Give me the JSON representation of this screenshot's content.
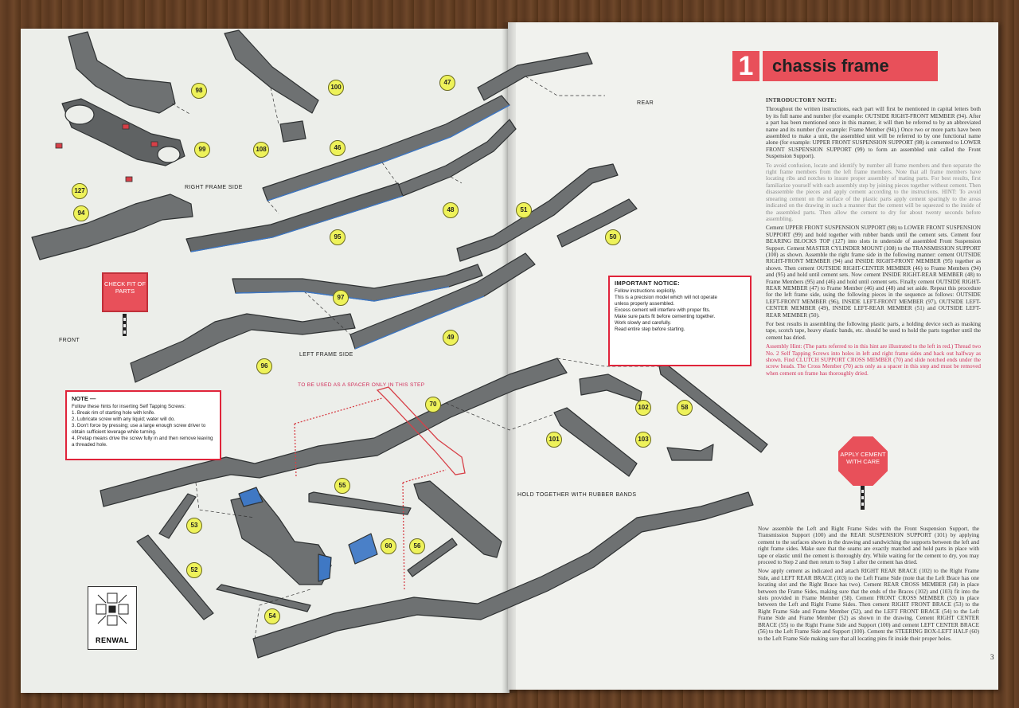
{
  "title": {
    "number": "1",
    "text": "chassis frame"
  },
  "labels": {
    "rear": "REAR",
    "right_frame_side": "RIGHT FRAME SIDE",
    "left_frame_side": "LEFT FRAME SIDE",
    "front": "FRONT",
    "spacer": "TO BE USED AS A SPACER ONLY IN THIS STEP",
    "rubber_bands": "HOLD TOGETHER WITH RUBBER BANDS"
  },
  "part_numbers": [
    "98",
    "99",
    "100",
    "108",
    "127",
    "47",
    "46",
    "48",
    "51",
    "50",
    "94",
    "95",
    "97",
    "49",
    "96",
    "70",
    "102",
    "58",
    "101",
    "103",
    "55",
    "53",
    "52",
    "54",
    "56",
    "60"
  ],
  "check_sign": "CHECK FIT OF PARTS",
  "apply_sign": "APPLY CEMENT WITH CARE",
  "important": {
    "heading": "IMPORTANT NOTICE:",
    "lines": [
      "Follow instructions explicitly.",
      "This is a precision model which will not operate",
      "unless properly assembled.",
      "Excess cement will interfere with proper fits.",
      "Make sure parts fit before cementing together.",
      "Work slowly and carefully.",
      "Read entire step before starting."
    ]
  },
  "note": {
    "heading": "NOTE —",
    "intro": "Follow these hints for inserting Self Tapping Screws:",
    "items": [
      "1. Break rim of starting hole with knife.",
      "2. Lubricate screw with any liquid; water will do.",
      "3. Don't force by pressing; use a large enough screw driver to obtain sufficient leverage while turning.",
      "4. Pretap means drive the screw fully in and then remove leaving a threaded hole."
    ]
  },
  "logo": "RENWAL",
  "page_number": "3",
  "text": {
    "intro_heading": "INTRODUCTORY NOTE:",
    "intro_1": "Throughout the written instructions, each part will first be mentioned in capital letters both by its full name and number (for example: OUTSIDE RIGHT-FRONT MEMBER (94). After a part has been mentioned once in this manner, it will then be referred to by an abbreviated name and its number (for example: Frame Member (94).) Once two or more parts have been assembled to make a unit, the assembled unit will be referred to by one functional name alone (for example: UPPER FRONT SUSPENSION SUPPORT (98) is cemented to LOWER FRONT SUSPENSION SUPPORT (99) to form an assembled unit called the Front Suspension Support).",
    "intro_2": "To avoid confusion, locate and identify by number all frame members and then separate the right frame members from the left frame members. Note that all frame members have locating ribs and notches to insure proper assembly of mating parts. For best results, first familiarize yourself with each assembly step by joining pieces together without cement. Then disassemble the pieces and apply cement according to the instructions. HINT: To avoid smearing cement on the surface of the plastic parts apply cement sparingly to the areas indicated on the drawing in such a manner that the cement will be squeezed to the inside of the assembled parts. Then allow the cement to dry for about twenty seconds before assembling.",
    "step_1": "Cement UPPER FRONT SUSPENSION SUPPORT (98) to LOWER FRONT SUSPENSION SUPPORT (99) and hold together with rubber bands until the cement sets. Cement four BEARING BLOCKS TOP (127) into slots in underside of assembled Front Suspension Support. Cement MASTER CYLINDER MOUNT (108) to the TRANSMISSION SUPPORT (100) as shown. Assemble the right frame side in the following manner: cement OUTSIDE RIGHT-FRONT MEMBER (94) and INSIDE RIGHT-FRONT MEMBER (95) together as shown. Then cement OUTSIDE RIGHT-CENTER MEMBER (46) to Frame Members (94) and (95) and hold until cement sets. Now cement INSIDE RIGHT-REAR MEMBER (48) to Frame Members (95) and (46) and hold until cement sets. Finally cement OUTSIDE RIGHT-REAR MEMBER (47) to Frame Member (46) and (48) and set aside. Repeat this procedure for the left frame side, using the following pieces in the sequence as follows: OUTSIDE LEFT-FRONT MEMBER (96), INSIDE LEFT-FRONT MEMBER (97), OUTSIDE LEFT-CENTER MEMBER (49), INSIDE LEFT-REAR MEMBER (51) and OUTSIDE LEFT-REAR MEMBER (50).",
    "step_2": "For best results in assembling the following plastic parts, a holding device such as masking tape, scotch tape, heavy elastic bands, etc. should be used to hold the parts together until the cement has dried.",
    "hint": "Assembly Hint: (The parts referred to in this hint are illustrated to the left in red.) Thread two No. 2 Self Tapping Screws into holes in left and right frame sides and back out halfway as shown. Find CLUTCH SUPPORT CROSS MEMBER (70) and slide notched ends under the screw heads. The Cross Member (70) acts only as a spacer in this step and must be removed when cement on frame has thoroughly dried.",
    "step_3": "Now assemble the Left and Right Frame Sides with the Front Suspension Support, the Transmission Support (100) and the REAR SUSPENSION SUPPORT (101) by applying cement to the surfaces shown in the drawing and sandwiching the supports between the left and right frame sides. Make sure that the seams are exactly matched and hold parts in place with tape or elastic until the cement is thoroughly dry. While waiting for the cement to dry, you may proceed to Step 2 and then return to Step 1 after the cement has dried.",
    "step_4": "Now apply cement as indicated and attach RIGHT REAR BRACE (102) to the Right Frame Side, and LEFT REAR BRACE (103) to the Left Frame Side (note that the Left Brace has one locating slot and the Right Brace has two). Cement REAR CROSS MEMBER (58) in place between the Frame Sides, making sure that the ends of the Braces (102) and (103) fit into the slots provided in Frame Member (58). Cement FRONT CROSS MEMBER (53) in place between the Left and Right Frame Sides. Then cement RIGHT FRONT BRACE (53) to the Right Frame Side and Frame Member (52), and the LEFT FRONT BRACE (54) to the Left Frame Side and Frame Member (52) as shown in the drawing. Cement RIGHT CENTER BRACE (55) to the Right Frame Side and Support (100) and cement LEFT CENTER BRACE (56) to the Left Frame Side and Support (100). Cement the STEERING BOX-LEFT HALF (60) to the Left Frame Side making sure that all locating pins fit inside their proper holes."
  }
}
